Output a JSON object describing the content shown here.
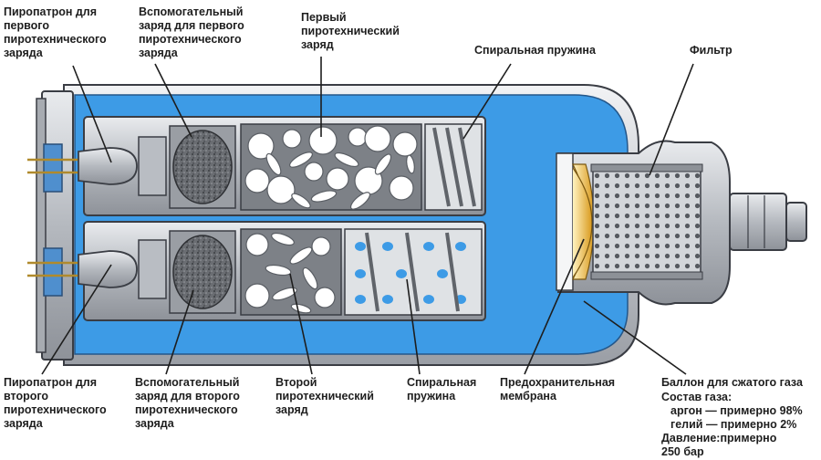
{
  "labels": {
    "pyro1": "Пиропатрон для\nпервого\nпиротехнического\nзаряда",
    "aux1": "Вспомогательный\nзаряд для первого\nпиротехнического\nзаряда",
    "charge1": "Первый\nпиротехнический\nзаряд",
    "spring_top": "Спиральная пружина",
    "filter": "Фильтр",
    "pyro2": "Пиропатрон для\nвторого\nпиротехнического\nзаряда",
    "aux2": "Вспомогательный\nзаряд для второго\nпиротехнического\nзаряда",
    "charge2": "Второй\nпиротехнический\nзаряд",
    "spring_bottom": "Спиральная\nпружина",
    "membrane": "Предохранительная\nмембрана",
    "cylinder": "Баллон для сжатого газа",
    "gas_title": "Состав газа:",
    "argon": "аргон — примерно 98%",
    "helium": "гелий — примерно 2%",
    "pressure": "Давление:примерно\n250 бар"
  },
  "colors": {
    "blue": "#3d9be6",
    "metal": "#c4c7cc",
    "outline": "#3a3d44"
  }
}
